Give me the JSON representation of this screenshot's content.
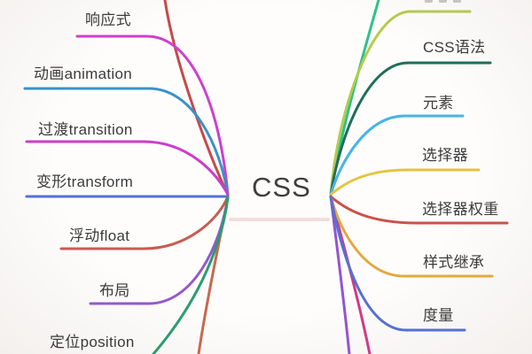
{
  "center": {
    "label": "CSS",
    "text_color": "#3e3e3e"
  },
  "left_branches": [
    {
      "label": "响应式",
      "color": "#cf3fcf"
    },
    {
      "label": "动画animation",
      "color": "#3a92c8"
    },
    {
      "label": "过渡transition",
      "color": "#cb3ecb"
    },
    {
      "label": "变形transform",
      "color": "#5471d1"
    },
    {
      "label": "浮动float",
      "color": "#c95b51"
    },
    {
      "label": "布局",
      "color": "#9458ce"
    },
    {
      "label": "定位position",
      "color": "#2b9c6e"
    }
  ],
  "left_edge_lines": [
    {
      "name": "top-left-offscreen-branch",
      "color": "#c64a4a"
    },
    {
      "name": "bottom-left-offscreen-branch",
      "color": "#c8684e"
    }
  ],
  "right_branches": [
    {
      "label": "CSS语法",
      "color": "#1f6e5a"
    },
    {
      "label": "元素",
      "color": "#47b4e4"
    },
    {
      "label": "选择器",
      "color": "#e4c43f"
    },
    {
      "label": "选择器权重",
      "color": "#ca5248"
    },
    {
      "label": "样式继承",
      "color": "#e4a83f"
    },
    {
      "label": "度量",
      "color": "#5471d1"
    }
  ],
  "right_edge_lines": [
    {
      "name": "top-right-offscreen-branch",
      "color": "#2fc08b"
    },
    {
      "name": "top-right-clipped-branch",
      "color": "#b4ca4f"
    },
    {
      "name": "bottom-right-purple-branch",
      "color": "#9355cd"
    },
    {
      "name": "bottom-right-pink-branch",
      "color": "#d23a84"
    }
  ]
}
